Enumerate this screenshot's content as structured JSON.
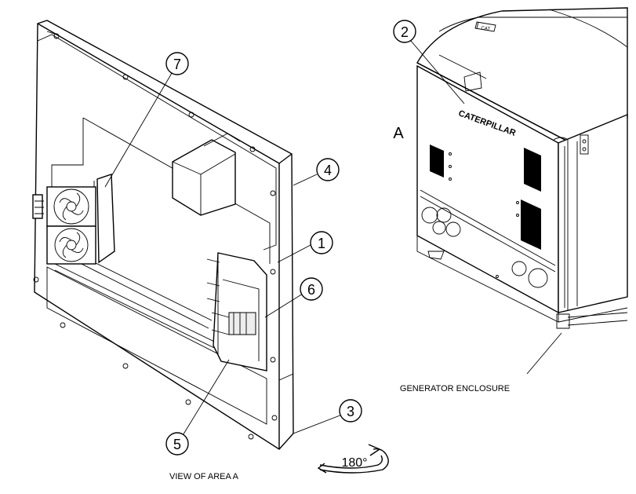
{
  "callouts": [
    "1",
    "2",
    "3",
    "4",
    "5",
    "6",
    "7"
  ],
  "labels": {
    "view_of_area": "VIEW OF AREA  A",
    "generator_enclosure": "GENERATOR ENCLOSURE",
    "area_letter": "A",
    "rotation": "180°",
    "brand": "CATERPILLAR"
  }
}
